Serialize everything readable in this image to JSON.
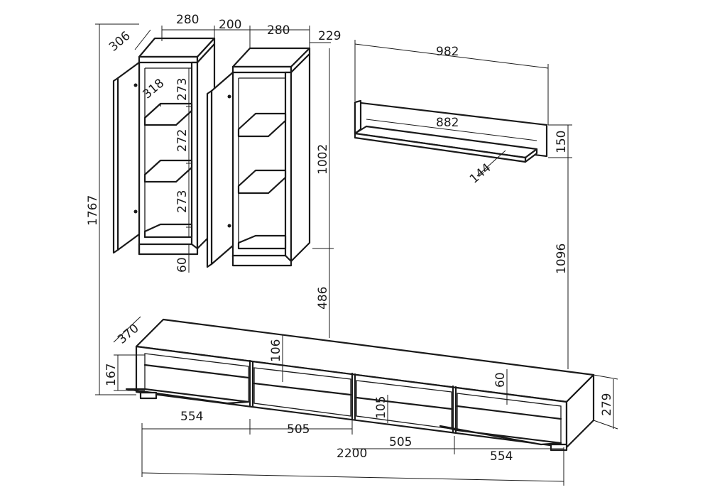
{
  "dimensions": {
    "cab1_width": "280",
    "gap_width": "200",
    "cab2_width": "280",
    "cab_depth": "306",
    "cab2_depth": "229",
    "door_width": "318",
    "shelf_top": "273",
    "shelf_mid": "272",
    "shelf_bottom": "273",
    "plinth": "60",
    "cab_height": "1002",
    "total_height": "1767",
    "shelf_width": "982",
    "shelf_inner_width": "882",
    "shelf_depth": "144",
    "shelf_height": "150",
    "shelf_elevation": "1096",
    "cab_elevation": "486",
    "tv_depth": "370",
    "tv_shelf_gap": "106",
    "tv_flap_height": "167",
    "tv_section_left": "554",
    "tv_section_mid1": "505",
    "tv_section_mid2": "505",
    "tv_section_right": "554",
    "tv_niche": "105",
    "tv_inner": "60",
    "tv_height": "279",
    "tv_total_width": "2200"
  }
}
